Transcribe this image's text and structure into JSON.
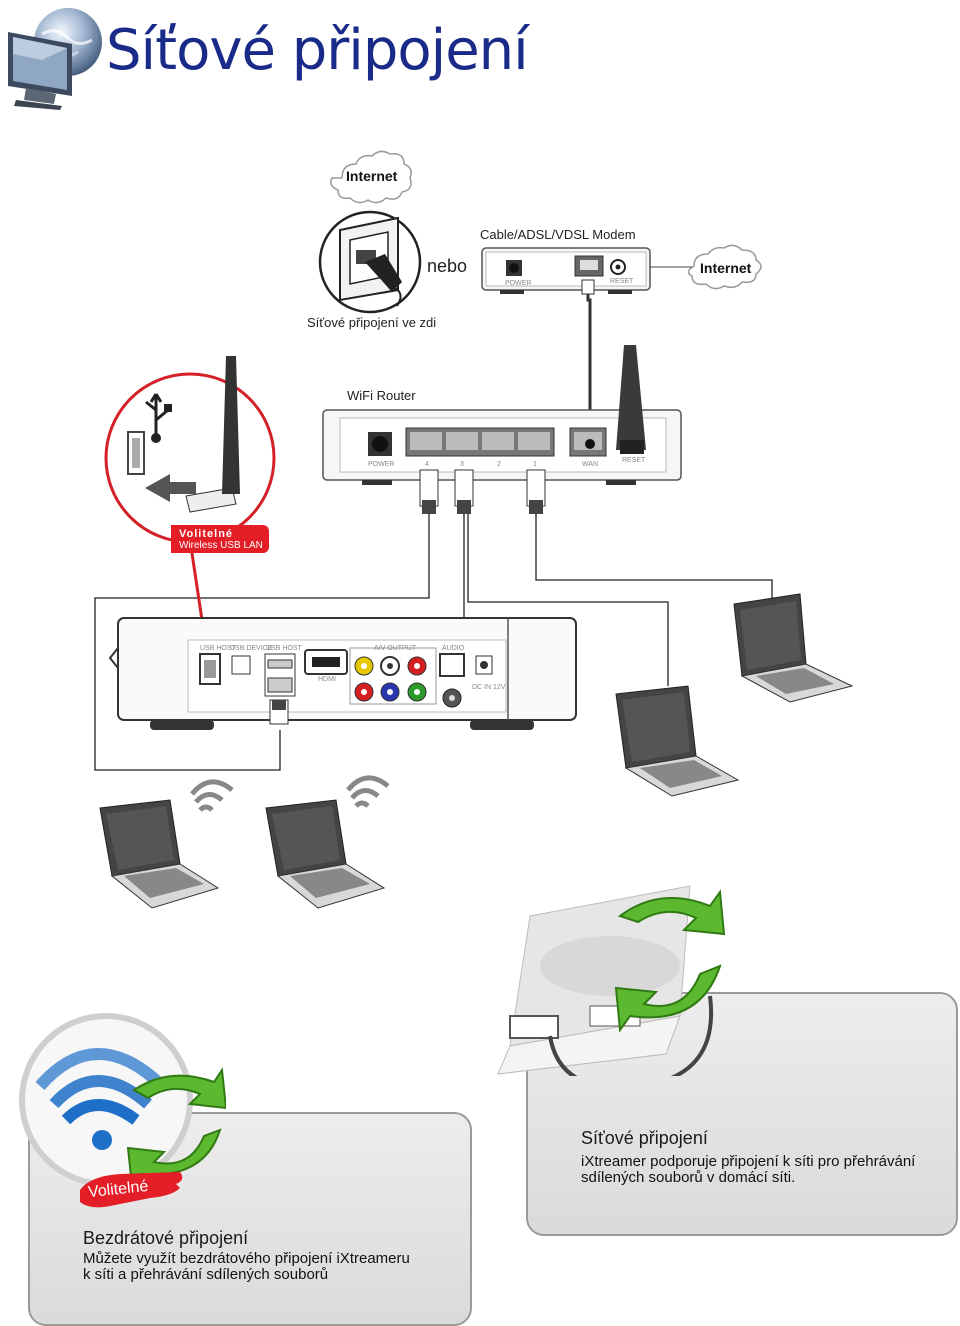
{
  "title": "Síťové připojení",
  "labels": {
    "internet_top": "Internet",
    "internet_right": "Internet",
    "modem": "Cable/ADSL/VDSL Modem",
    "or": "nebo",
    "wall": "Síťové připojení ve zdi",
    "router": "WiFi Router",
    "optional": "Volitelné",
    "usb_lan": "Wireless USB LAN"
  },
  "modem_ports": {
    "power": "POWER",
    "reset": "RESET"
  },
  "router_ports": {
    "power": "POWER",
    "p4": "4",
    "p3": "3",
    "p2": "2",
    "p1": "1",
    "wan": "WAN",
    "reset": "RESET"
  },
  "player_ports": {
    "usb_host": "USB HOST",
    "usb_device": "USB DEVICE",
    "usb_host2": "USB HOST",
    "hdmi": "HDMI",
    "av_output": "A/V OUTPUT",
    "audio": "AUDIO",
    "dc_in": "DC IN 12V"
  },
  "panels": {
    "network": {
      "title": "Síťové připojení",
      "desc_line1": "iXtreamer podporuje připojení k síti pro přehrávání",
      "desc_line2": "sdílených souborů v domácí síti."
    },
    "wireless": {
      "badge": "Volitelné",
      "title": "Bezdrátové připojení",
      "desc_line1": "Můžete využít bezdrátového připojení iXtreameru",
      "desc_line2": "k síti a přehrávání sdílených souborů"
    }
  },
  "colors": {
    "title": "#1a2a88",
    "accent_red": "#e41e26",
    "sync_green": "#5cb82e",
    "wifi_blue": "#1e6fc8"
  }
}
